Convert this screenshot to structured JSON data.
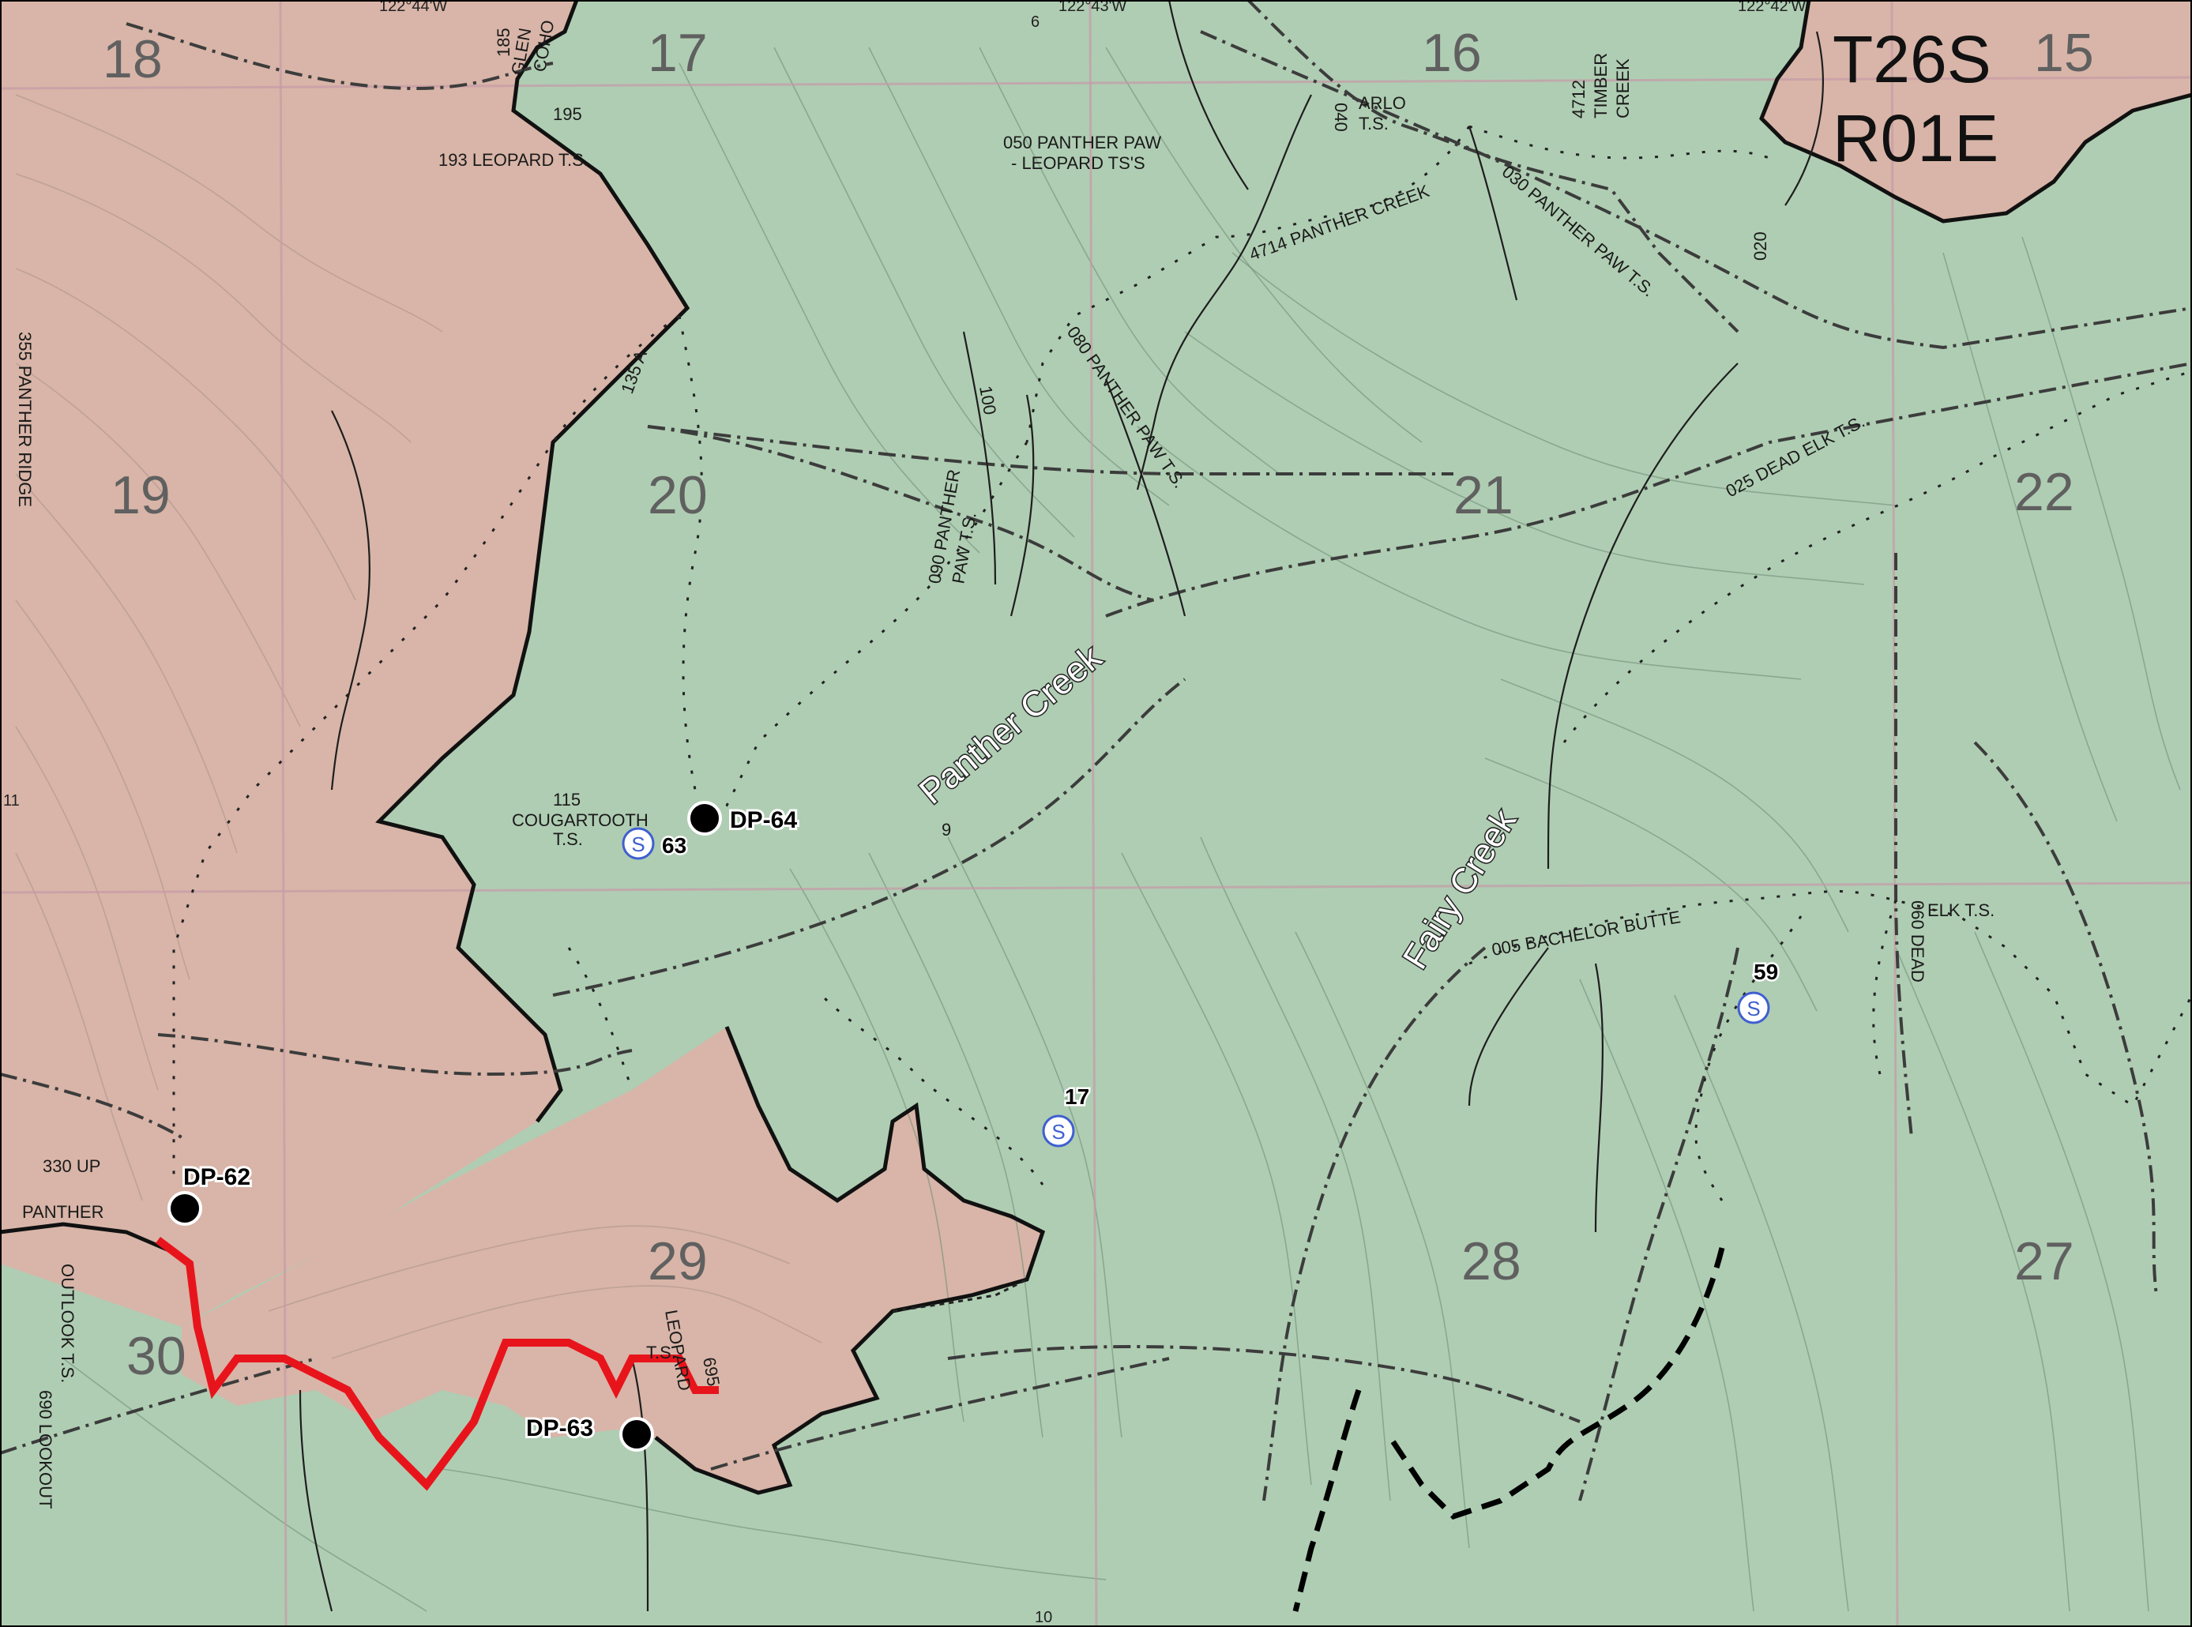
{
  "map": {
    "township": "T26S",
    "range": "R01E",
    "colors": {
      "federal_land": "#afcdb3",
      "private_land": "#d8b5a8",
      "fire_line": "#e8141c",
      "contour": "#6f8f76"
    },
    "edge_labels": {
      "top_left": "122°44'W",
      "top_mid": "122°43'W",
      "top_right": "122°42'W",
      "top_6": "6",
      "left_11": "11",
      "bottom_10": "10"
    },
    "sections": {
      "s15": "15",
      "s16": "16",
      "s17": "17",
      "s18": "18",
      "s19": "19",
      "s20": "20",
      "s21": "21",
      "s22": "22",
      "s27": "27",
      "s28": "28",
      "s29": "29",
      "s30": "30"
    },
    "creeks": {
      "panther": "Panther Creek",
      "fairy": "Fairy Creek"
    },
    "roads": {
      "glen_a": "185",
      "glen_b": "GLEN",
      "glen_c": "COHO",
      "r195": "195",
      "leopard193": "193 LEOPARD T.S.",
      "panther_ridge": "355 PANTHER RIDGE",
      "pp050_a": "050 PANTHER PAW",
      "pp050_b": "- LEOPARD TS'S",
      "arlo_a": "040",
      "arlo_b": "ARLO",
      "arlo_c": "T.S.",
      "timber_a": "4712",
      "timber_b": "TIMBER",
      "timber_c": "CREEK",
      "panther4714": "4714 PANTHER CREEK",
      "pp030": "030 PANTHER PAW T.S.",
      "r020": "020",
      "pp080": "080 PANTHER PAW T.S.",
      "r100": "100",
      "pp090_a": "090 PANTHER",
      "pp090_b": "PAW T.S.",
      "r135": "135 A",
      "dead_elk": "025 DEAD ELK T.S.",
      "cougar_a": "115",
      "cougar_b": "COUGARTOOTH",
      "cougar_c": "T.S.",
      "r9": "9",
      "bachelor": "005 BACHELOR BUTTE",
      "elk060_a": "060 DEAD",
      "elk060_b": "ELK T.S.",
      "up_panther_a": "330 UP",
      "up_panther_b": "PANTHER",
      "lookout_a": "690 LOOKOUT",
      "lookout_b": "OUTLOOK T.S.",
      "leopard695_a": "695",
      "leopard695_b": "LEOPARD",
      "leopard695_c": "T.S."
    },
    "drop_points": {
      "dp62": "DP-62",
      "dp63": "DP-63",
      "dp64": "DP-64"
    },
    "safety_zones": {
      "z17": "17",
      "z59": "59",
      "z63": "63",
      "icon": "S"
    }
  }
}
